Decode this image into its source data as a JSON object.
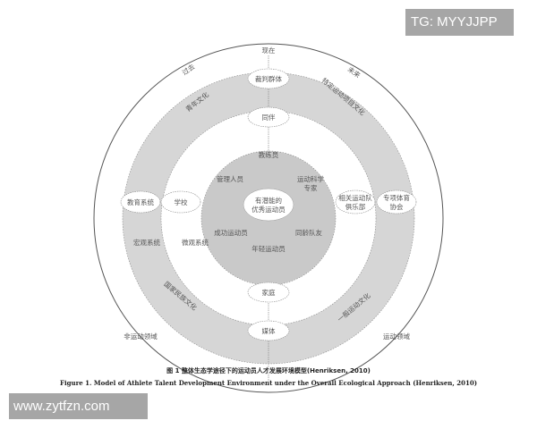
{
  "diagram": {
    "time_labels": {
      "past": "过去",
      "present": "现在",
      "future": "未来"
    },
    "center": {
      "line1": "有潜能的",
      "line2": "优秀运动员"
    },
    "micro_level": {
      "coach": "教练员",
      "managers": "管理人员",
      "sport_scientists_line1": "运动科学",
      "sport_scientists_line2": "专家",
      "successful_athletes": "成功运动员",
      "peer_teammates": "同龄队友",
      "young_athletes": "年轻运动员"
    },
    "micro_env_nodes": {
      "peers": "同伴",
      "school": "学校",
      "family": "家庭",
      "club_line1": "相关运动队",
      "club_line2": "俱乐部"
    },
    "macro_nodes": {
      "referees": "裁判群体",
      "education_system": "教育系统",
      "media": "媒体",
      "federation_line1": "专项体育",
      "federation_line2": "协会"
    },
    "culture_labels": {
      "youth_culture": "青年文化",
      "specific_sport_culture": "特定运动项目文化",
      "national_culture": "国家民族文化",
      "general_sport_culture": "一般运动文化"
    },
    "system_labels": {
      "macro_system": "宏观系统",
      "micro_system": "微观系统"
    },
    "domain_labels": {
      "non_sport_domain": "非运动领域",
      "sport_domain": "运动领域"
    }
  },
  "caption": {
    "chinese": "图 1  整体生态学途径下的运动员人才发展环境模型(Henriksen, 2010)",
    "english": "Figure 1.    Model of Athlete Talent Development Environment under the Overall Ecological Approach (Henriksen, 2010)"
  },
  "watermarks": {
    "top_right": "TG: MYYJJPP",
    "bottom_left": "www.zytfzn.com"
  },
  "colors": {
    "ring_gray": "#d4d4d4",
    "inner_gray": "#c8c8c8",
    "line": "#555555"
  }
}
